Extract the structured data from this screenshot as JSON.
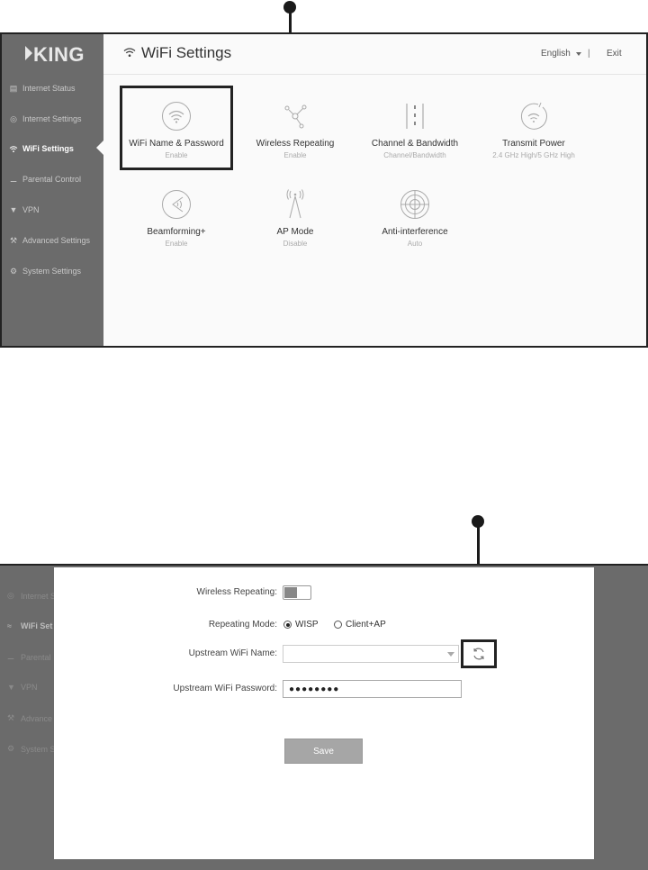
{
  "app": {
    "logo": "KING",
    "page_title": "WiFi Settings"
  },
  "header": {
    "language": "English",
    "separator": "|",
    "exit_label": "Exit"
  },
  "sidebar": {
    "items": [
      {
        "label": "Internet Status",
        "icon": "monitor-icon"
      },
      {
        "label": "Internet Settings",
        "icon": "globe-icon"
      },
      {
        "label": "WiFi Settings",
        "icon": "wifi-icon",
        "active": true
      },
      {
        "label": "Parental Control",
        "icon": "parental-icon"
      },
      {
        "label": "VPN",
        "icon": "vpn-icon"
      },
      {
        "label": "Advanced Settings",
        "icon": "wrench-icon"
      },
      {
        "label": "System Settings",
        "icon": "system-icon"
      }
    ]
  },
  "tiles": [
    {
      "name": "WiFi Name & Password",
      "status": "Enable",
      "icon": "wifi-circle-icon"
    },
    {
      "name": "Wireless Repeating",
      "status": "Enable",
      "icon": "repeater-icon"
    },
    {
      "name": "Channel & Bandwidth",
      "status": "Channel/Bandwidth",
      "icon": "channel-icon"
    },
    {
      "name": "Transmit Power",
      "status": "2.4 GHz High/5 GHz High",
      "icon": "power-icon"
    },
    {
      "name": "Beamforming+",
      "status": "Enable",
      "icon": "beamforming-icon"
    },
    {
      "name": "AP Mode",
      "status": "Disable",
      "icon": "antenna-icon"
    },
    {
      "name": "Anti-interference",
      "status": "Auto",
      "icon": "target-icon"
    }
  ],
  "repeating_form": {
    "wireless_repeating_label": "Wireless Repeating:",
    "wireless_repeating_on": true,
    "repeating_mode_label": "Repeating Mode:",
    "mode_options": [
      "WISP",
      "Client+AP"
    ],
    "mode_selected": "WISP",
    "upstream_name_label": "Upstream WiFi Name:",
    "upstream_name_value": "",
    "upstream_password_label": "Upstream WiFi Password:",
    "upstream_password_value": "●●●●●●●●",
    "save_label": "Save"
  },
  "sidebar_partial": [
    "Internet S",
    "WiFi Set",
    "Parental",
    "VPN",
    "Advance",
    "System S"
  ],
  "colors": {
    "sidebar": "#6b6b6b",
    "highlight": "#222222"
  }
}
